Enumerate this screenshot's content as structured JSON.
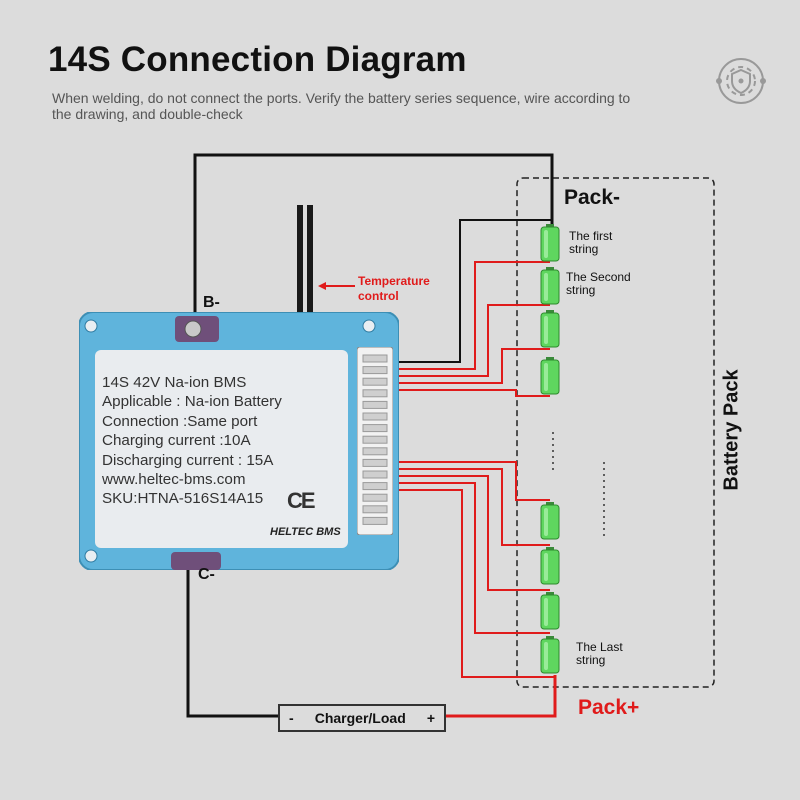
{
  "header": {
    "title": "14S Connection Diagram",
    "subtitle": "When welding, do not connect the ports. Verify the battery series sequence, wire according to the drawing, and double-check"
  },
  "icons": {
    "corner": "shield-network-icon"
  },
  "labels": {
    "pack_minus": "Pack-",
    "pack_plus": "Pack+",
    "b_minus": "B-",
    "c_minus": "C-",
    "temperature_control": "Temperature control",
    "battery_pack": "Battery Pack"
  },
  "strings": {
    "first": "The first string",
    "second": "The Second string",
    "last": "The Last string"
  },
  "bms_label": {
    "lines": [
      "14S 42V Na-ion BMS",
      "Applicable : Na-ion Battery",
      "Connection :Same port",
      "Charging current :10A",
      "Discharging current : 15A",
      "www.heltec-bms.com",
      "SKU:HTNA-516S14A15"
    ],
    "ce_mark": "CE",
    "logo": "HELTEC BMS"
  },
  "charger": {
    "minus": "-",
    "label": "Charger/Load",
    "plus": "+"
  },
  "colors": {
    "background": "#dcdcdc",
    "board": "#5fb4dc",
    "cell": "#5fd65f",
    "red_wire": "#e01b1b",
    "black_wire": "#111111"
  }
}
